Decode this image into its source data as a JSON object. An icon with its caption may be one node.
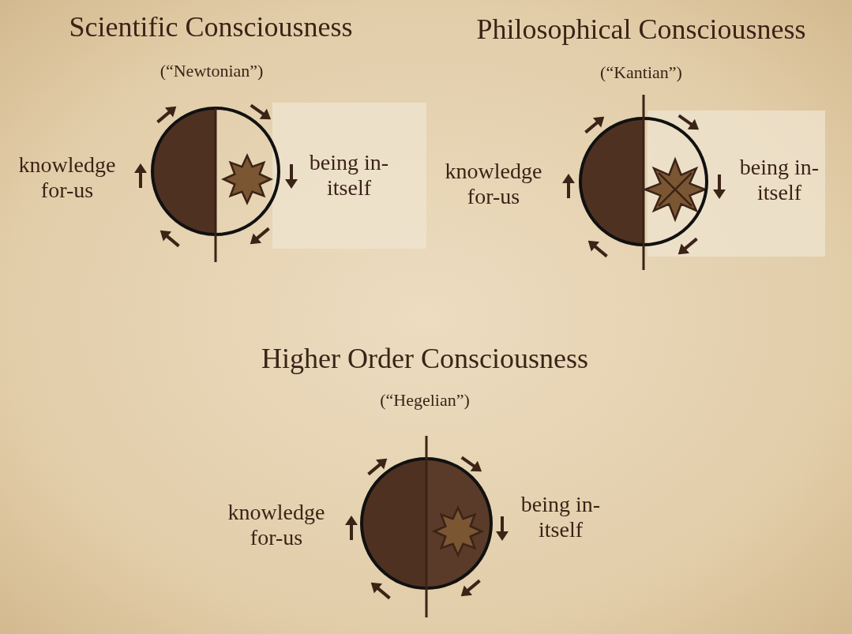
{
  "diagram": {
    "labels": [
      "Scientific Consciousness",
      "Philosophical Consciousness",
      "(“Newtonian”)",
      "(“Kantian”)",
      "knowledge for-us",
      "being in-itself",
      "knowledge for-us",
      "being in-itself",
      "Higher Order Consciousness",
      "(“Hegelian”)",
      "knowledge for-us",
      "being in-itself"
    ]
  }
}
